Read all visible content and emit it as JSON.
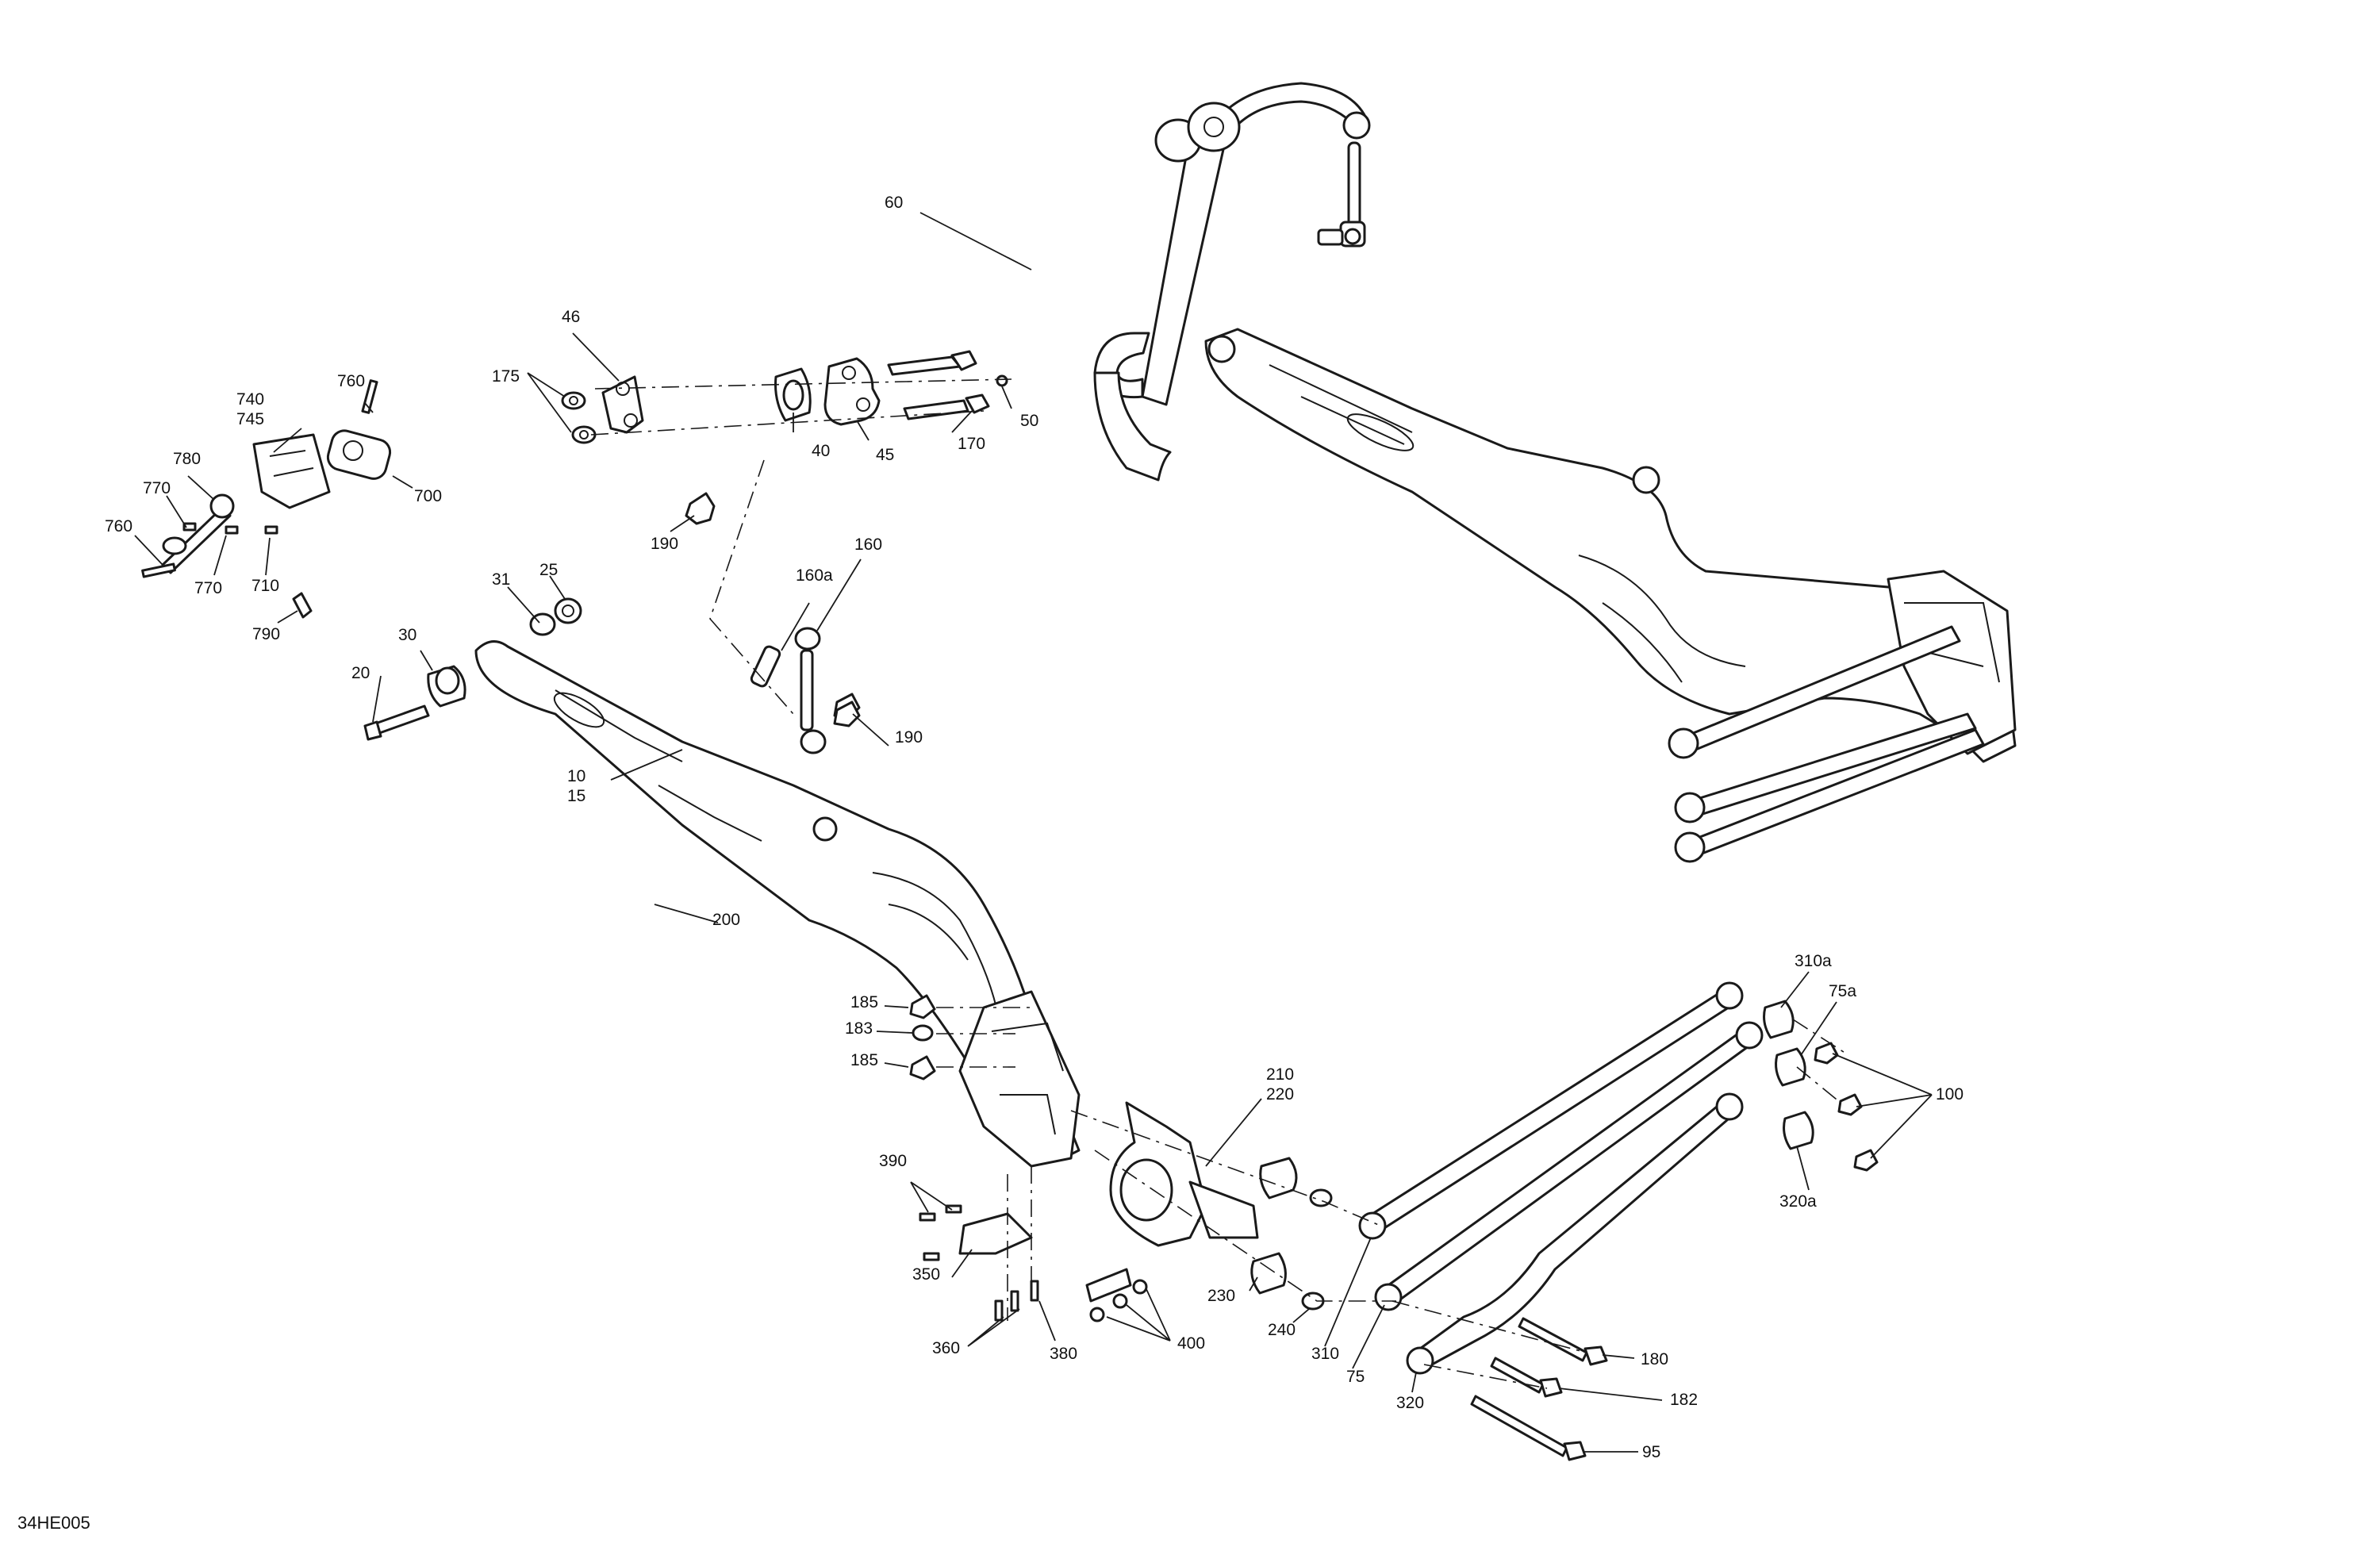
{
  "figure_code": "34HE005",
  "callouts": {
    "c60": "60",
    "c46": "46",
    "c175": "175",
    "c40": "40",
    "c45": "45",
    "c170": "170",
    "c50": "50",
    "c190a": "190",
    "c190b": "190",
    "c740": "740",
    "c745": "745",
    "c760a": "760",
    "c760b": "760",
    "c780": "780",
    "c770a": "770",
    "c770b": "770",
    "c700": "700",
    "c710": "710",
    "c790": "790",
    "c31": "31",
    "c25": "25",
    "c30": "30",
    "c20": "20",
    "c160a": "160a",
    "c160": "160",
    "c10": "10",
    "c15": "15",
    "c200": "200",
    "c185a": "185",
    "c183": "183",
    "c185b": "185",
    "c210": "210",
    "c220": "220",
    "c390": "390",
    "c350": "350",
    "c360": "360",
    "c380": "380",
    "c400": "400",
    "c230": "230",
    "c240": "240",
    "c310": "310",
    "c75": "75",
    "c320": "320",
    "c310a": "310a",
    "c75a": "75a",
    "c100": "100",
    "c320a": "320a",
    "c180": "180",
    "c182": "182",
    "c95": "95"
  }
}
